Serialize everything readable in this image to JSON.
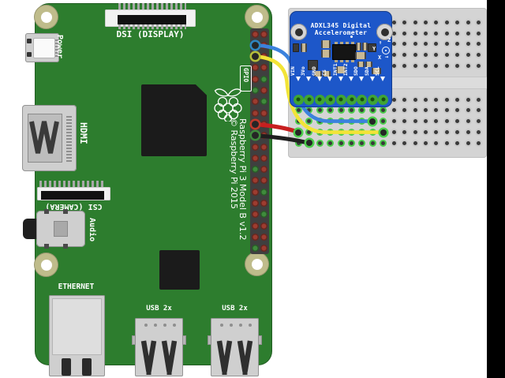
{
  "scene": {
    "description": "Fritzing wiring diagram: Raspberry Pi 3 connected to ADXL345 accelerometer on breadboard"
  },
  "colors": {
    "background": "#ffffff",
    "right_bar": "#000000",
    "pi_green": "#2d7d2e",
    "header": "#3f3f3f",
    "pin_red": "#9d3c30",
    "pin_green": "#3f8b3c",
    "attach_blue": "#2e86c1",
    "attach_yellow": "#b5bd3a",
    "attach_red": "#c0392b",
    "mount_ring": "#bfbc8b",
    "breadboard": "#d4d4d4",
    "bb_channel": "#dcdcdc",
    "hole": "#3a3a3a",
    "hole_highlight": "#4ccd4c",
    "adxl_blue": "#1d57c9",
    "pad_green": "#3fa435",
    "pad_center": "#184e12",
    "silk": "#ffffff",
    "connector_gray": "#cfcfcf",
    "chip_black": "#1b1b1b",
    "component_tan": "#c9b995",
    "component_dark": "#474747"
  },
  "pi": {
    "labels": {
      "power": "Power",
      "dsi": "DSI (DISPLAY)",
      "hdmi": "HDMI",
      "csi": "CSI (CAMERA)",
      "audio": "Audio",
      "ethernet": "ETHERNET",
      "usb1": "USB 2x",
      "usb2": "USB 2x",
      "gpio": "GPIO",
      "title": "Raspberry Pi 3 Model B v1.2",
      "copyright": "© Raspberry Pi 2015"
    },
    "gpio_pins": {
      "left": [
        "r",
        "B",
        "Y",
        "r",
        "r",
        "g",
        "r",
        "r",
        "R",
        "K",
        "r",
        "r",
        "g",
        "r",
        "r",
        "r",
        "r",
        "r",
        "r",
        "g"
      ],
      "right": [
        "r",
        "r",
        "r",
        "r",
        "g",
        "r",
        "g",
        "r",
        "r",
        "r",
        "r",
        "r",
        "r",
        "r",
        "g",
        "r",
        "g",
        "r",
        "r",
        "r"
      ]
    }
  },
  "adxl": {
    "title_line1": "ADXL345 Digital",
    "title_line2": "Accelerometer",
    "pins": [
      "VIN",
      "3Vo",
      "GND",
      "CS",
      "INT1",
      "INT2",
      "SDO",
      "SDA",
      "SCL"
    ],
    "axis": {
      "x": "X",
      "y": "Y",
      "z": "Z",
      "up_arrow": "↑",
      "right_arrow": "→"
    }
  },
  "wires": [
    {
      "name": "blue-wire",
      "color": "#3b82dd",
      "breadboard_column": "SDA"
    },
    {
      "name": "yellow-wire",
      "color": "#f2e437",
      "breadboard_column": "SCL"
    },
    {
      "name": "red-wire",
      "color": "#c81f1f",
      "breadboard_column": "VIN"
    },
    {
      "name": "black-wire",
      "color": "#1f1f1f",
      "breadboard_column": "3Vo"
    }
  ]
}
